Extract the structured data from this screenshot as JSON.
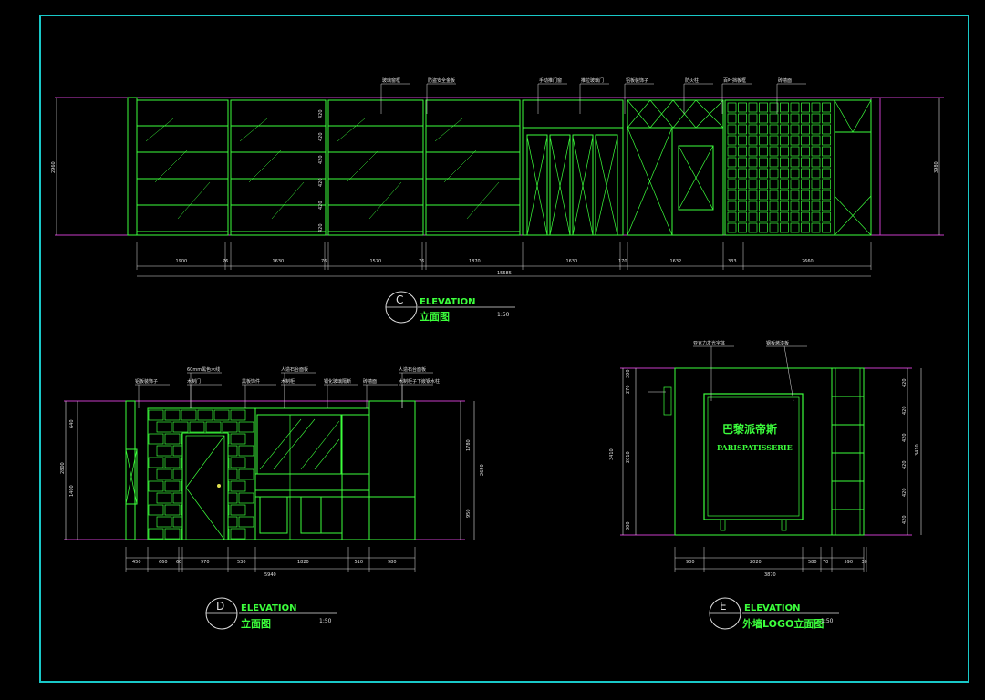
{
  "drawing": {
    "colors": {
      "frame": "#19c8c8",
      "green": "#3cff3c",
      "magenta": "#c83cc8",
      "white": "#e0e0e0",
      "dim": "#bbbbbb"
    }
  },
  "elevation_c": {
    "letter": "C",
    "title_en": "ELEVATION",
    "title_cn": "立面图",
    "scale": "1:50",
    "callouts": [
      "玻璃窗框",
      "防盗安全金板",
      "手动推门窗",
      "推拉玻璃门",
      "铝板装饰子",
      "防火柱",
      "百叶挡板框",
      "砖墙面"
    ],
    "dims": [
      "1900",
      "76",
      "1630",
      "76",
      "1570",
      "76",
      "1870",
      "1630",
      "170",
      "1632",
      "333",
      "2660"
    ],
    "total": "15685",
    "height_left": "2960",
    "height_right": "3980",
    "panel_dims": [
      "420",
      "420",
      "420",
      "420",
      "420",
      "420"
    ]
  },
  "elevation_d": {
    "letter": "D",
    "title_en": "ELEVATION",
    "title_cn": "立面图",
    "scale": "1:50",
    "callouts": [
      "铝板装饰子",
      "60mm黑色木线",
      "木制门",
      "黑板饰件",
      "人造石台面板",
      "木制柜",
      "钢化玻璃隔断",
      "砖墙面",
      "人造石台面板",
      "木制柜子下嵌钢水柱"
    ],
    "dims": [
      "450",
      "660",
      "60",
      "970",
      "530",
      "1820",
      "510",
      "980"
    ],
    "total": "5940",
    "height_left": [
      "640",
      "2800",
      "1400"
    ],
    "height_right": [
      "1780",
      "2650",
      "950"
    ]
  },
  "elevation_e": {
    "letter": "E",
    "title_en": "ELEVATION",
    "title_cn": "外墙LOGO立面图",
    "scale": "1:50",
    "callouts": [
      "亚克力发光字体",
      "钢板烤漆板"
    ],
    "logo_cn": "巴黎派帝斯",
    "logo_en": "PARISPATISSERIE",
    "dims": [
      "900",
      "2020",
      "580",
      "70",
      "590",
      "30"
    ],
    "total": "3870",
    "height_left": [
      "300",
      "270",
      "3410",
      "2010",
      "300"
    ],
    "height_right": [
      "420",
      "420",
      "420",
      "420",
      "420",
      "420",
      "3410"
    ]
  }
}
